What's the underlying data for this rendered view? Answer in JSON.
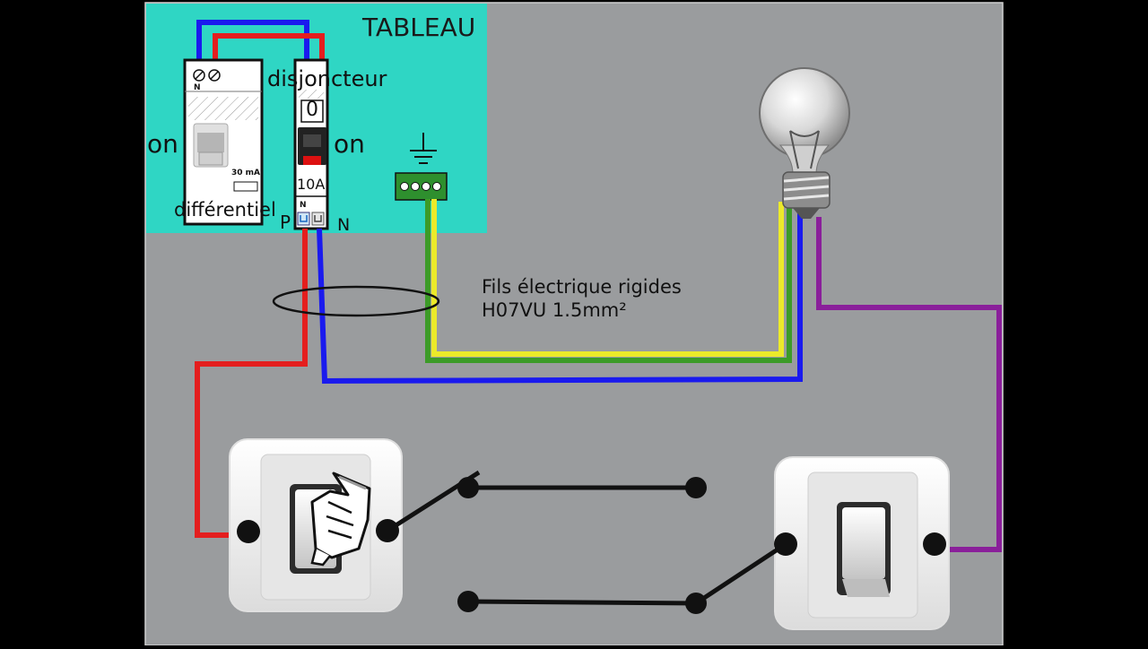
{
  "panel_title": "TABLEAU",
  "breaker": {
    "label": "disjoncteur",
    "state_label": "on",
    "display_value": "0",
    "rating": "10A",
    "terminal_n": "N",
    "pole_p_label": "P",
    "pole_n_label": "N"
  },
  "differential": {
    "label": "différentiel",
    "state_label": "on",
    "rating": "30 mA",
    "terminal_n": "N"
  },
  "cable_note": {
    "line1": "Fils électrique rigides",
    "line2": "H07VU 1.5mm²"
  },
  "colors": {
    "background": "#9a9c9e",
    "panel": "#2fd6c4",
    "phase_wire": "#e41e1e",
    "neutral_wire": "#1a1aee",
    "earth_wire_yellow": "#ecea2a",
    "earth_wire_green": "#3c9b28",
    "return_wire": "#8a1f9a",
    "switch_wire": "#111111"
  }
}
